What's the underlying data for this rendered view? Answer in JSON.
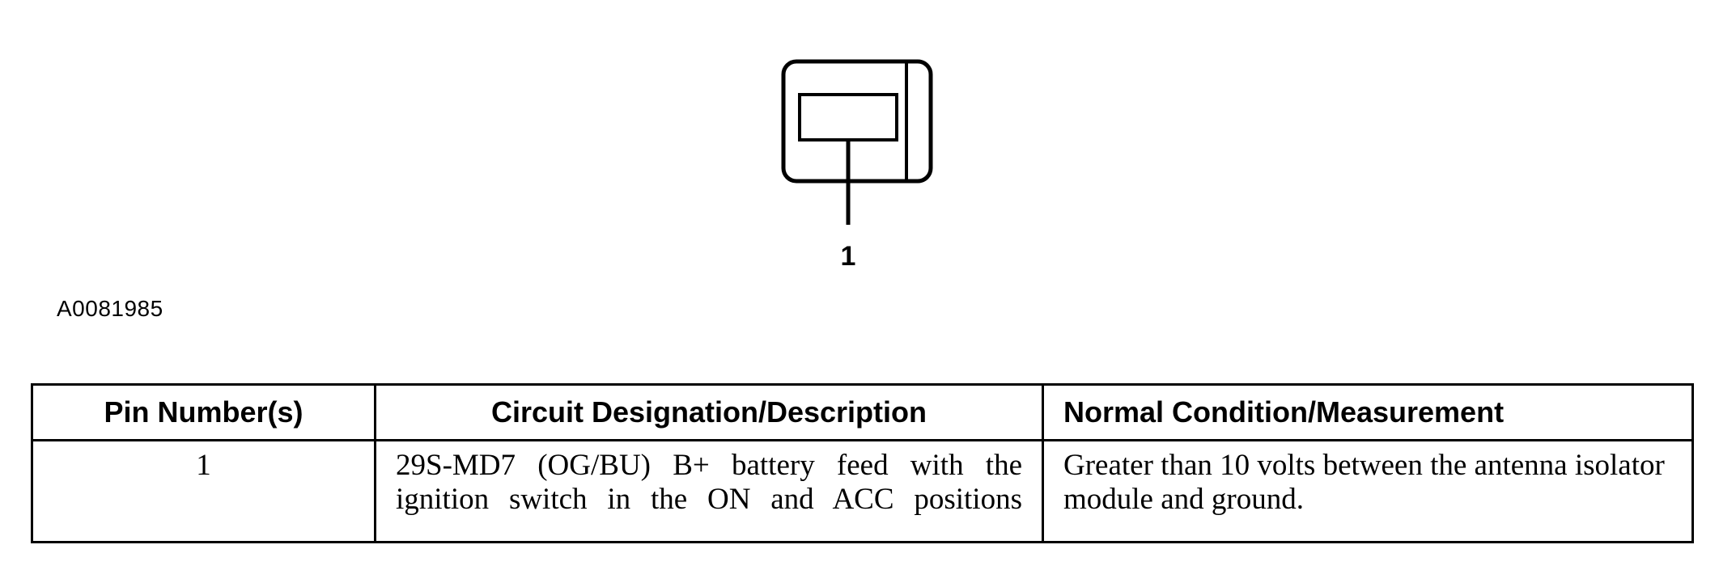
{
  "figure": {
    "pin_callout": "1",
    "figure_id": "A0081985"
  },
  "table": {
    "headers": [
      "Pin Number(s)",
      "Circuit Designation/Description",
      "Normal Condition/Measurement"
    ],
    "rows": [
      {
        "pin": "1",
        "description": "29S-MD7 (OG/BU) B+ battery feed with the ignition switch in the ON and ACC positions",
        "measurement": "Greater than 10 volts between the antenna isolator module and ground."
      }
    ]
  }
}
